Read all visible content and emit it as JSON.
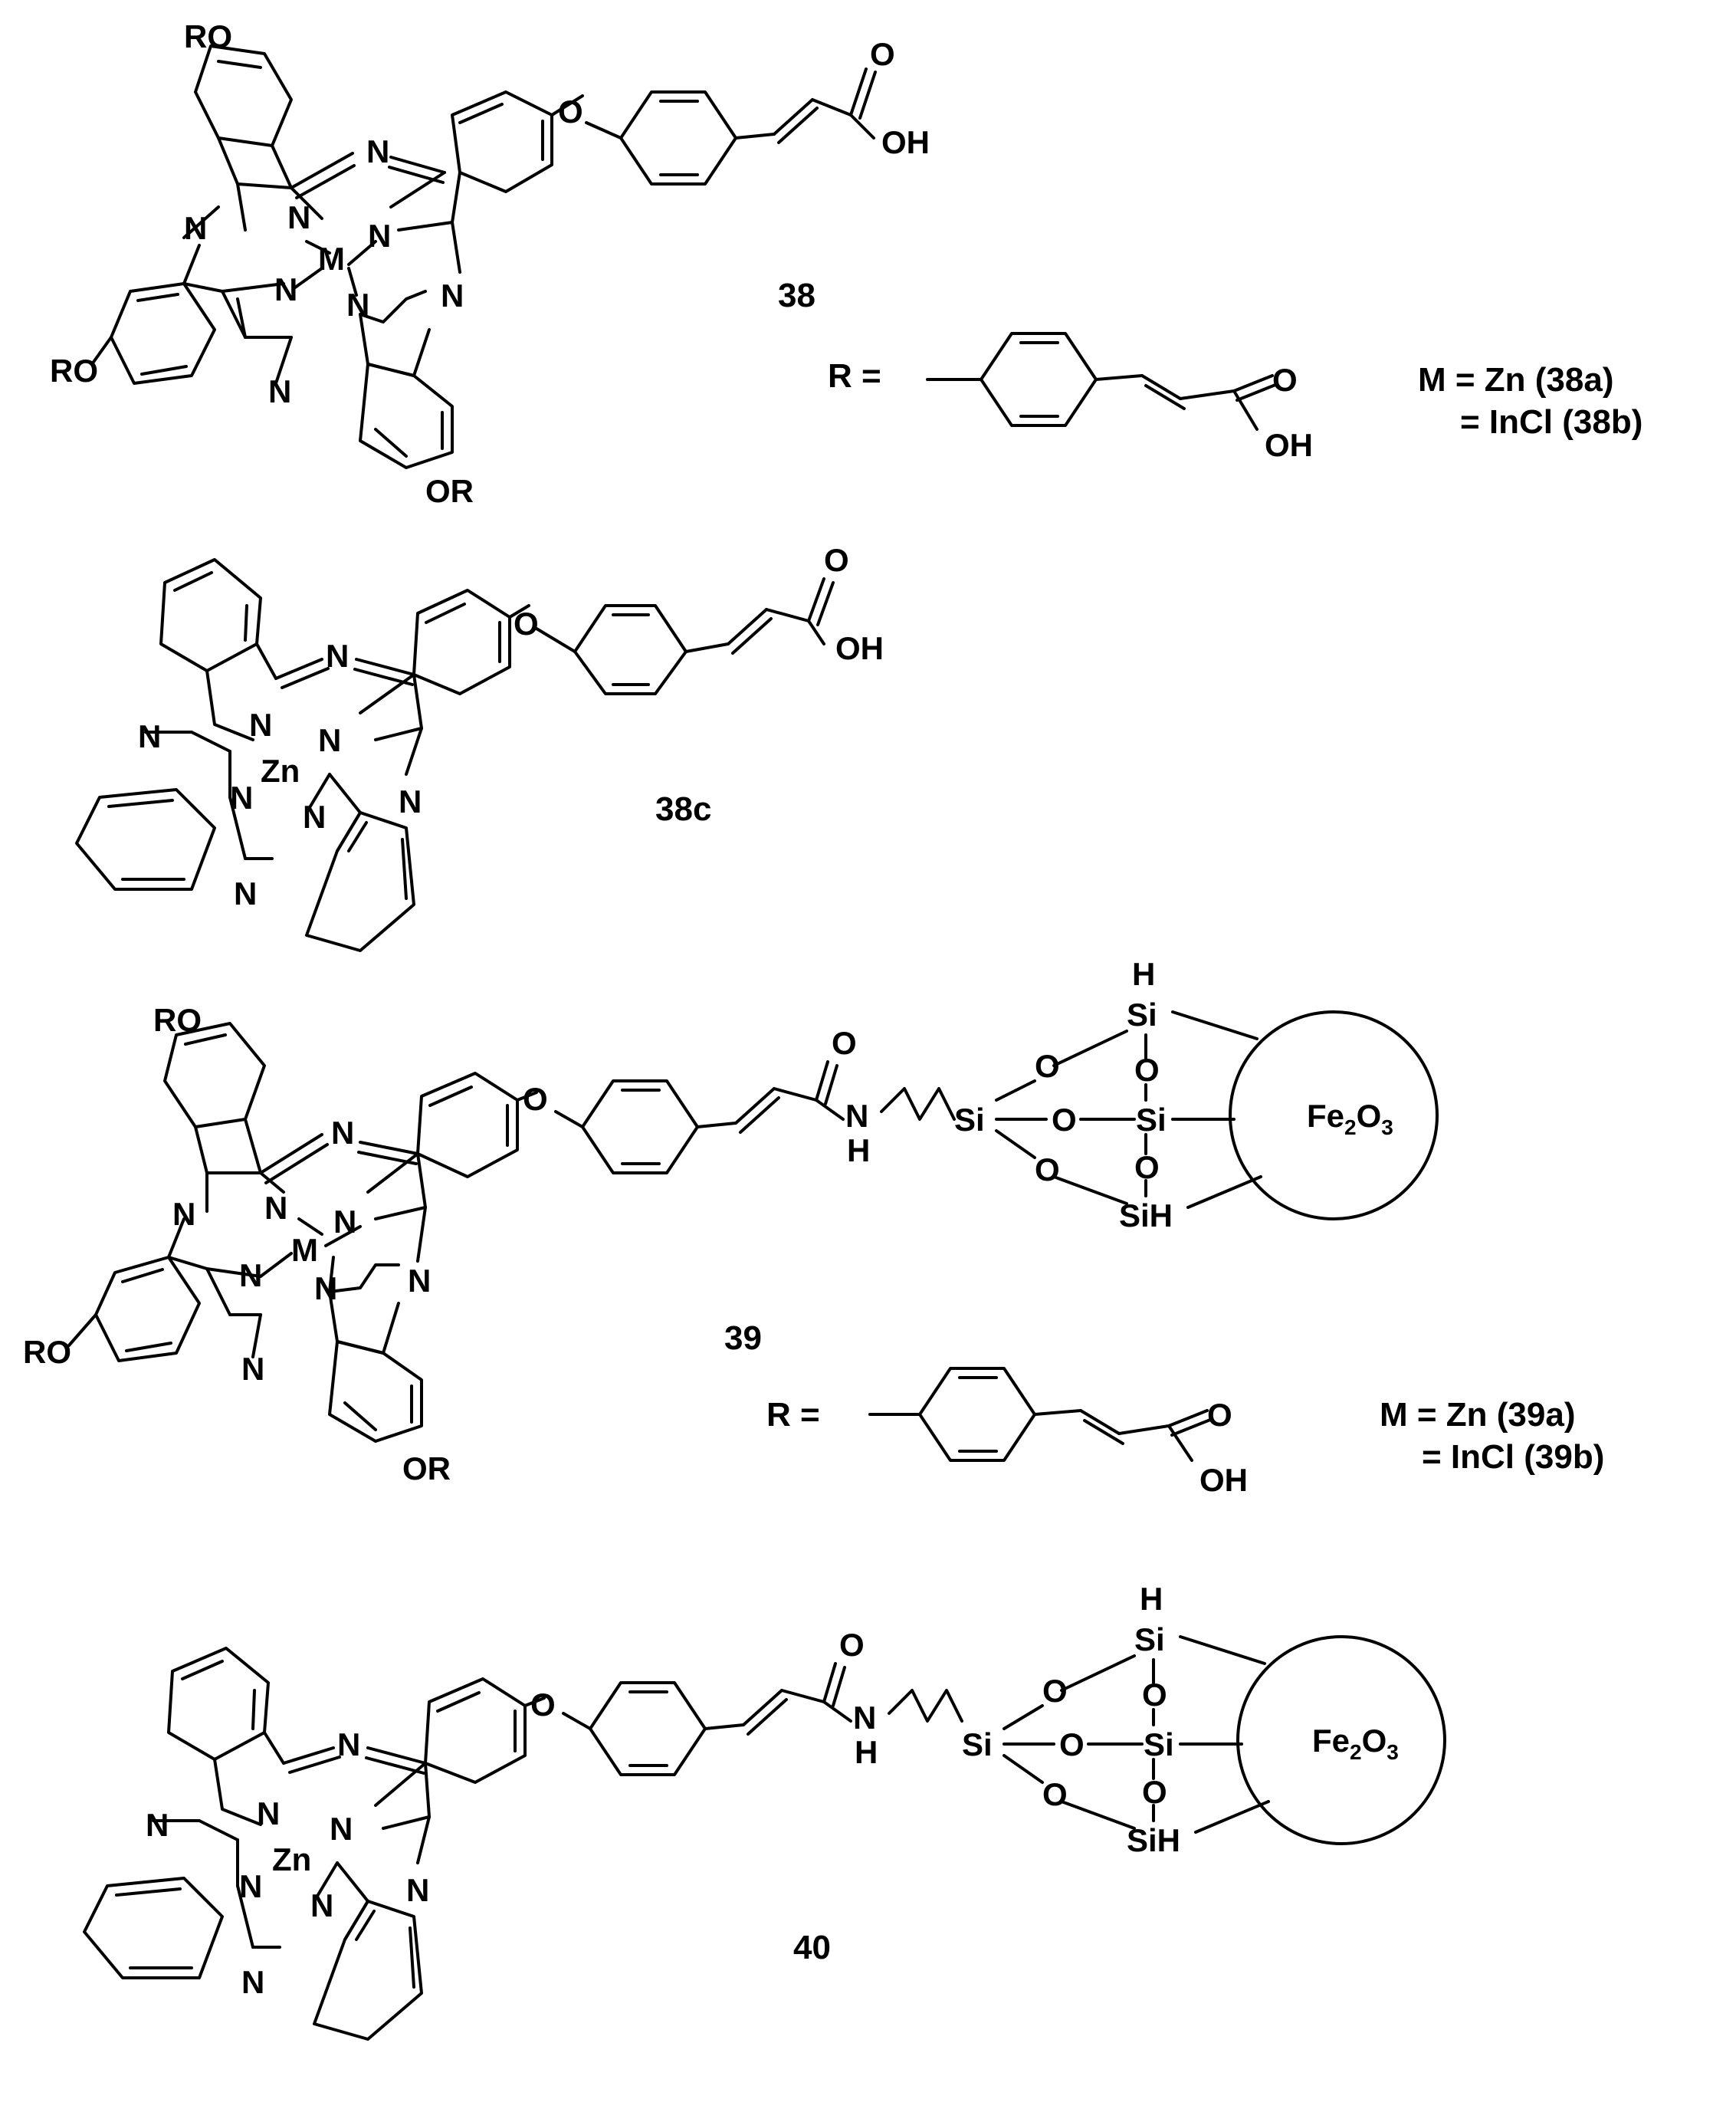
{
  "atoms": {
    "N": "N",
    "O": "O",
    "OH": "OH",
    "H": "H",
    "Si": "Si",
    "SiH": "SiH",
    "M": "M",
    "Zn": "Zn",
    "RO": "RO",
    "OR": "OR",
    "Fe": "Fe",
    "sub2": "2",
    "sub3": "3",
    "O_sub": "O"
  },
  "compounds": {
    "c38": "38",
    "c38c": "38c",
    "c39": "39",
    "c40": "40"
  },
  "r_def": {
    "label": "R ="
  },
  "metal_38": {
    "line1": "M = Zn  (38a)",
    "line2": "= InCl  (38b)"
  },
  "metal_39": {
    "line1": "M = Zn  (39a)",
    "line2": "= InCl  (39b)"
  }
}
